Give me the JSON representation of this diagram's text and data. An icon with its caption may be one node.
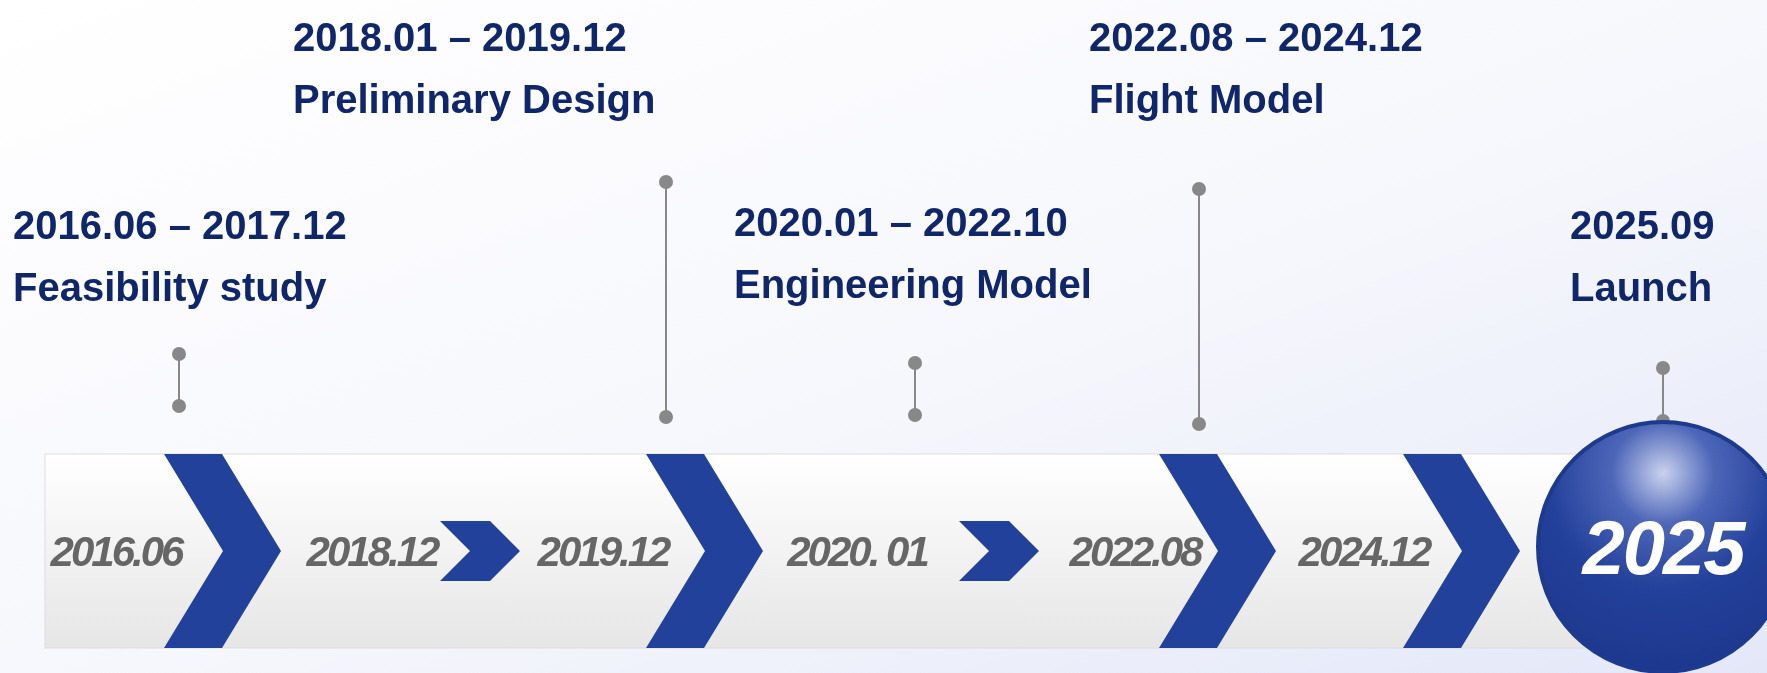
{
  "diagram": {
    "nodes": [
      {
        "text": [
          "2025"
        ]
      }
    ],
    "labels": [
      "2018.01 – 2019.12",
      "Preliminary Design",
      "2022.08 – 2024.12",
      "Flight Model",
      "2016.06 – 2017.12",
      "Feasibility study",
      "2020.01 – 2022.10",
      "Engineering Model",
      "2025.09",
      "Launch",
      "2016.06",
      "2018.12",
      "2019.12",
      "2020. 01",
      "2022.08",
      "2024.12"
    ]
  }
}
